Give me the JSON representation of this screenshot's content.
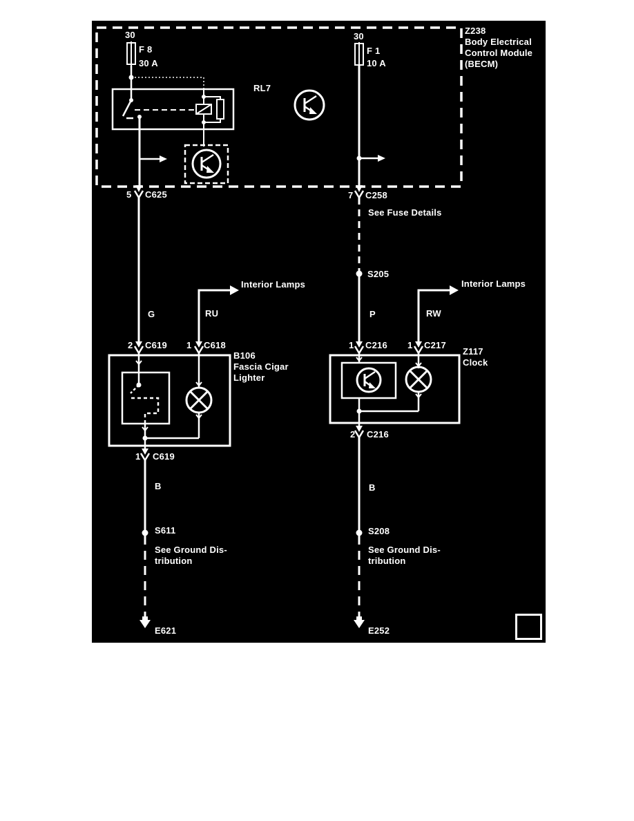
{
  "colors": {
    "background": "#000000",
    "foreground": "#ffffff",
    "page": "#ffffff"
  },
  "module": {
    "id": "Z238",
    "name_line1": "Body Electrical",
    "name_line2": "Control Module",
    "name_line3": "(BECM)",
    "relay_label": "RL7",
    "fuse_left": {
      "terminal": "30",
      "name": "F 8",
      "rating": "30 A"
    },
    "fuse_right": {
      "terminal": "30",
      "name": "F 1",
      "rating": "10 A"
    }
  },
  "left_circuit": {
    "becm_connector": {
      "pin": "5",
      "name": "C625"
    },
    "wire_color": "G",
    "lamp_feed": {
      "pin": "1",
      "connector": "C618",
      "wire_color": "RU",
      "target": "Interior Lamps"
    },
    "component": {
      "id": "B106",
      "name_line1": "Fascia Cigar",
      "name_line2": "Lighter",
      "in_pin": "2",
      "in_connector": "C619",
      "out_pin": "1",
      "out_connector": "C619"
    },
    "ground_wire_color": "B",
    "splice": "S611",
    "note_line1": "See Ground Dis-",
    "note_line2": "tribution",
    "ground": "E621"
  },
  "right_circuit": {
    "becm_connector": {
      "pin": "7",
      "name": "C258"
    },
    "fuse_note": "See Fuse Details",
    "splice_top": "S205",
    "wire_color": "P",
    "lamp_feed": {
      "pin": "1",
      "connector": "C217",
      "wire_color": "RW",
      "target": "Interior Lamps"
    },
    "component": {
      "id": "Z117",
      "name_line1": "Clock",
      "in_pin": "1",
      "in_connector": "C216",
      "out_pin": "2",
      "out_connector": "C216"
    },
    "ground_wire_color": "B",
    "splice": "S208",
    "note_line1": "See Ground Dis-",
    "note_line2": "tribution",
    "ground": "E252"
  }
}
